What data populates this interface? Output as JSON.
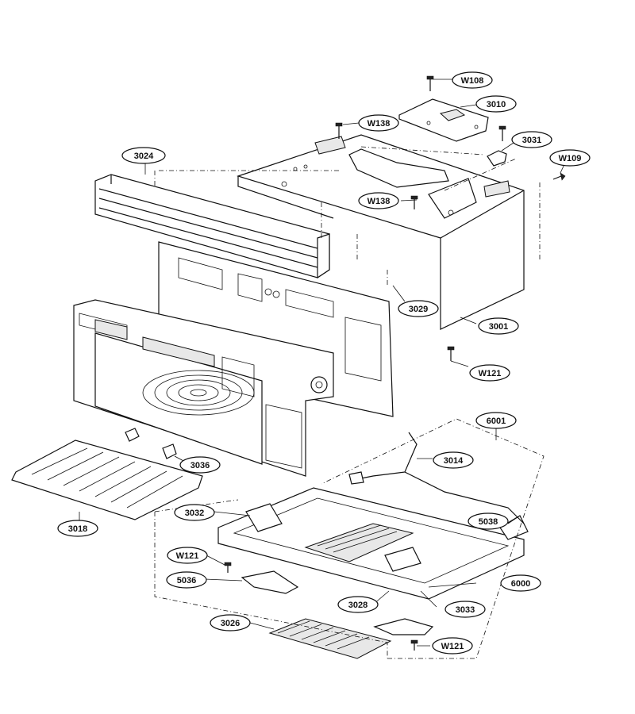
{
  "labels": {
    "w108": "W108",
    "p3010": "3010",
    "w138_top": "W138",
    "p3031": "3031",
    "w109": "W109",
    "p3024": "3024",
    "w138_mid": "W138",
    "p3029": "3029",
    "p3001": "3001",
    "w121_right": "W121",
    "p6001": "6001",
    "p3014": "3014",
    "p3036": "3036",
    "p3018": "3018",
    "p3032": "3032",
    "p5038": "5038",
    "w121_left": "W121",
    "p5036": "5036",
    "p6000": "6000",
    "p3028": "3028",
    "p3033": "3033",
    "p3026": "3026",
    "w121_bottom": "W121"
  }
}
